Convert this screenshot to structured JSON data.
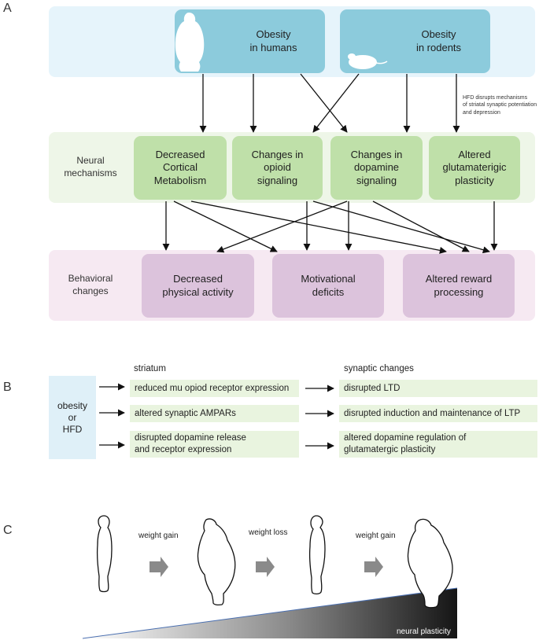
{
  "panel_a": {
    "letter": "A",
    "top_boxes": [
      "Obesity\nin humans",
      "Obesity\nin rodents"
    ],
    "annotation": "HFD disrupts mechanisms\nof striatal synaptic potentiation\nand depression",
    "neural_label": "Neural\nmechanisms",
    "neural_boxes": [
      "Decreased\nCortical\nMetabolism",
      "Changes in\nopioid\nsignaling",
      "Changes in\ndopamine\nsignaling",
      "Altered\nglutamaterigic\nplasticity"
    ],
    "behavioral_label": "Behavioral\nchanges",
    "behavior_boxes": [
      "Decreased\nphysical activity",
      "Motivational\ndeficits",
      "Altered reward\nprocessing"
    ]
  },
  "panel_b": {
    "letter": "B",
    "source": "obesity\nor\nHFD",
    "col_striatum": "striatum",
    "col_synaptic": "synaptic changes",
    "rows": [
      {
        "striatum": "reduced mu opiod receptor expression",
        "synaptic": "disrupted LTD"
      },
      {
        "striatum": "altered synaptic AMPARs",
        "synaptic": "disrupted induction and maintenance of LTP"
      },
      {
        "striatum": "disrupted dopamine release\nand receptor expression",
        "synaptic": "altered dopamine regulation of\nglutamatergic plasticity"
      }
    ]
  },
  "panel_c": {
    "letter": "C",
    "steps": [
      "weight gain",
      "weight loss",
      "weight gain"
    ],
    "wedge_label": "neural plasticity"
  },
  "colors": {
    "blue_band": "#e6f4fb",
    "blue_box": "#8ccbdc",
    "green_band": "#eef6e8",
    "green_box": "#bfe0a9",
    "pink_band": "#f6e9f2",
    "pink_box": "#dcc3dc",
    "strip": "#e9f4df",
    "source_box": "#dff0f8"
  }
}
